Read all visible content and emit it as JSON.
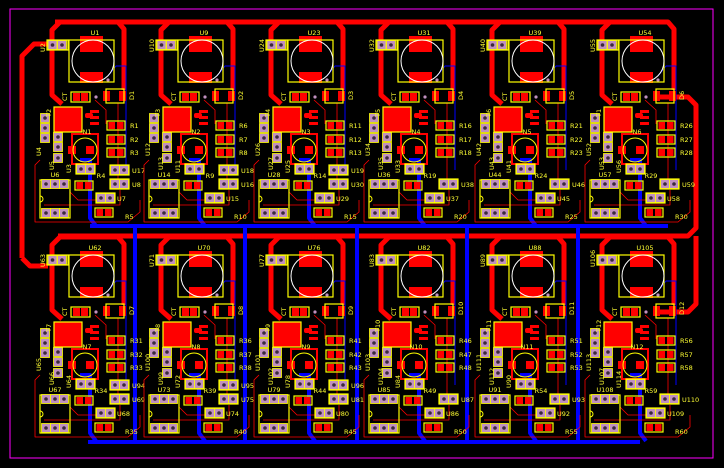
{
  "colors": {
    "background": "#000000",
    "top_copper": "#ff0000",
    "bottom_copper": "#0000ff",
    "silkscreen": "#ffff00",
    "board_outline": "#ff00ff",
    "pad": "#c090c0"
  },
  "cells": [
    {
      "main": "U1",
      "hdr": "U2",
      "ct": "CT",
      "d": "D1",
      "t": "T2",
      "n": "N1",
      "r": [
        "R1",
        "R2",
        "R3"
      ],
      "pa": "U4",
      "pb": "U5",
      "pair": "U3",
      "top": "U17",
      "ic": "U6",
      "r4": "R4",
      "p8": "U8",
      "p7": "U7",
      "r5": "R5"
    },
    {
      "main": "U9",
      "hdr": "U10",
      "ct": "CT",
      "d": "D2",
      "t": "T3",
      "n": "N2",
      "r": [
        "R6",
        "R7",
        "R8"
      ],
      "pa": "U12",
      "pb": "U13",
      "pair": "U11",
      "top": "U18",
      "ic": "U14",
      "r4": "R9",
      "p8": "U16",
      "p7": "U15",
      "r5": "R10"
    },
    {
      "main": "U23",
      "hdr": "U24",
      "ct": "CT",
      "d": "D3",
      "t": "T4",
      "n": "N3",
      "r": [
        "R11",
        "R12",
        "R13"
      ],
      "pa": "U26",
      "pb": "U27",
      "pair": "U25",
      "top": "U19",
      "ic": "U28",
      "r4": "R14",
      "p8": "U30",
      "p7": "U29",
      "r5": "R15"
    },
    {
      "main": "U31",
      "hdr": "U32",
      "ct": "CT",
      "d": "D4",
      "t": "T5",
      "n": "N4",
      "r": [
        "R16",
        "R17",
        "R18"
      ],
      "pa": "U34",
      "pb": "U35",
      "pair": "U33",
      "top": "",
      "ic": "U36",
      "r4": "R19",
      "p8": "U38",
      "p7": "U37",
      "r5": "R20"
    },
    {
      "main": "U39",
      "hdr": "U40",
      "ct": "CT",
      "d": "D5",
      "t": "T6",
      "n": "N5",
      "r": [
        "R21",
        "R22",
        "R23"
      ],
      "pa": "U42",
      "pb": "U43",
      "pair": "U41",
      "top": "",
      "ic": "U44",
      "r4": "R24",
      "p8": "U46",
      "p7": "U45",
      "r5": "R25"
    },
    {
      "main": "U54",
      "hdr": "U55",
      "ct": "CT",
      "d": "D6",
      "t": "T1",
      "n": "N6",
      "r": [
        "R26",
        "R27",
        "R28"
      ],
      "pa": "U52",
      "pb": "U53",
      "pair": "U56",
      "top": "",
      "ic": "U57",
      "r4": "R29",
      "p8": "U59",
      "p7": "U58",
      "r5": "R30"
    },
    {
      "main": "U62",
      "hdr": "U63",
      "ct": "CT",
      "d": "D7",
      "t": "T7",
      "n": "N7",
      "r": [
        "R31",
        "R32",
        "R33"
      ],
      "pa": "U65",
      "pb": "U66",
      "pair": "U64",
      "top": "U94",
      "ic": "U67",
      "r4": "R34",
      "p8": "U69",
      "p7": "U68",
      "r5": "R35"
    },
    {
      "main": "U70",
      "hdr": "U71",
      "ct": "CT",
      "d": "D8",
      "t": "T8",
      "n": "N8",
      "r": [
        "R36",
        "R37",
        "R38"
      ],
      "pa": "U100",
      "pb": "U99",
      "pair": "U72",
      "top": "U95",
      "ic": "U73",
      "r4": "R39",
      "p8": "U75",
      "p7": "U74",
      "r5": "R40"
    },
    {
      "main": "U76",
      "hdr": "U77",
      "ct": "CT",
      "d": "D9",
      "t": "T9",
      "n": "N9",
      "r": [
        "R41",
        "R42",
        "R43"
      ],
      "pa": "U101",
      "pb": "U102",
      "pair": "U78",
      "top": "U96",
      "ic": "U79",
      "r4": "R44",
      "p8": "U81",
      "p7": "U80",
      "r5": "R45"
    },
    {
      "main": "U82",
      "hdr": "U83",
      "ct": "CT",
      "d": "D10",
      "t": "T10",
      "n": "N10",
      "r": [
        "R46",
        "R47",
        "R48"
      ],
      "pa": "U103",
      "pb": "U104",
      "pair": "U84",
      "top": "",
      "ic": "U85",
      "r4": "R49",
      "p8": "U87",
      "p7": "U86",
      "r5": "R50"
    },
    {
      "main": "U88",
      "hdr": "U89",
      "ct": "CT",
      "d": "D11",
      "t": "T11",
      "n": "N11",
      "r": [
        "R51",
        "R52",
        "R53"
      ],
      "pa": "U111",
      "pb": "U112",
      "pair": "U90",
      "top": "",
      "ic": "U91",
      "r4": "R54",
      "p8": "U93",
      "p7": "U92",
      "r5": "R55"
    },
    {
      "main": "U105",
      "hdr": "U106",
      "ct": "CT",
      "d": "D12",
      "t": "T12",
      "n": "N12",
      "r": [
        "R56",
        "R57",
        "R58"
      ],
      "pa": "U113",
      "pb": "U107",
      "pair": "U114",
      "top": "",
      "ic": "U108",
      "r4": "R59",
      "p8": "U110",
      "p7": "U109",
      "r5": "R60"
    }
  ]
}
